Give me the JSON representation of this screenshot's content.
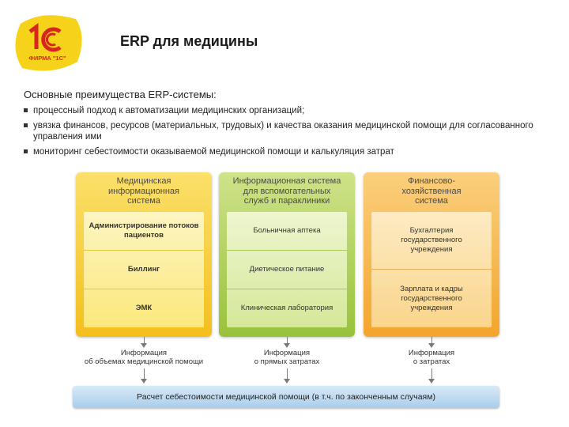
{
  "header": {
    "logo_text": "ФИРМА \"1С\"",
    "title": "ERP для медицины"
  },
  "intro": {
    "subtitle": "Основные преимущества ERP-системы:",
    "bullets": [
      "процессный подход к автоматизации медицинских организаций;",
      "увязка финансов, ресурсов (материальных, трудовых) и качества оказания медицинской помощи для согласованного управления ими",
      "мониторинг себестоимости оказываемой медицинской помощи и калькуляция затрат"
    ]
  },
  "columns": [
    {
      "title_lines": [
        "Медицинская",
        "информационная",
        "система"
      ],
      "items": [
        "Администрирование потоков пациентов",
        "Биллинг",
        "ЭМК"
      ],
      "info_lines": [
        "Информация",
        "об объемах медицинской помощи"
      ],
      "colors": {
        "outer": "#f3bf1d",
        "inner": "#fdf5c2"
      }
    },
    {
      "title_lines": [
        "Информационная система",
        "для вспомогательных",
        "служб и параклиники"
      ],
      "items": [
        "Больничная аптека",
        "Диетическое питание",
        "Клиническая лаборатория"
      ],
      "info_lines": [
        "Информация",
        "о прямых затратах"
      ],
      "colors": {
        "outer": "#98c23b",
        "inner": "#eef6cf"
      }
    },
    {
      "title_lines": [
        "Финансово-",
        "хозяйственная",
        "система"
      ],
      "items": [
        "Бухгалтерия государственного учреждения",
        "Зарплата и кадры государственного учреждения"
      ],
      "info_lines": [
        "Информация",
        "о затратах"
      ],
      "colors": {
        "outer": "#f3a52c",
        "inner": "#fdebc3"
      }
    }
  ],
  "bottom": {
    "label": "Расчет себестоимости медицинской помощи (в т.ч. по законченным случаям)",
    "color": "#a9cdeb"
  },
  "brand_colors": {
    "logo_yellow": "#f7d21a",
    "logo_red": "#d7261e"
  }
}
